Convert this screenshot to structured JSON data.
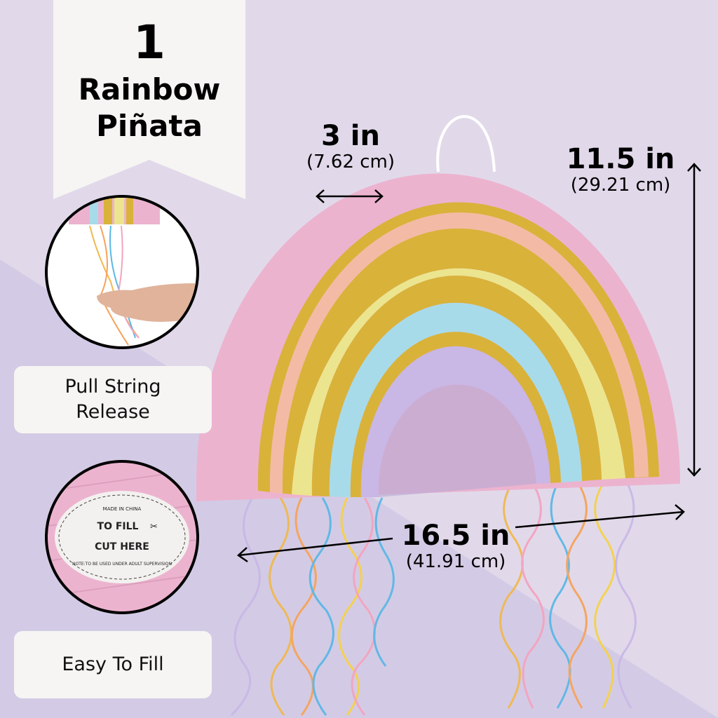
{
  "banner": {
    "count": "1",
    "title_line1": "Rainbow",
    "title_line2": "Piñata"
  },
  "features": [
    {
      "label_line1": "Pull String",
      "label_line2": "Release"
    },
    {
      "label": "Easy To Fill"
    }
  ],
  "seal": {
    "made_in": "MADE IN CHINA",
    "to_fill": "TO FILL",
    "cut_here": "CUT HERE",
    "note": "NOTE:TO BE USED UNDER ADULT SUPERVISION"
  },
  "dimensions": {
    "depth": {
      "value": "3 in",
      "metric": "(7.62 cm)"
    },
    "height": {
      "value": "11.5 in",
      "metric": "(29.21 cm)"
    },
    "width": {
      "value": "16.5 in",
      "metric": "(41.91 cm)"
    }
  },
  "colors": {
    "background": "#e1d9ea",
    "background_dark": "#d3cbe5",
    "banner": "#f6f5f3",
    "pink": "#ecb3cf",
    "gold": "#d9b23a",
    "peach": "#f3bba6",
    "yellow": "#ece58f",
    "blue": "#a8dbea",
    "lavender": "#c9b7e6"
  }
}
